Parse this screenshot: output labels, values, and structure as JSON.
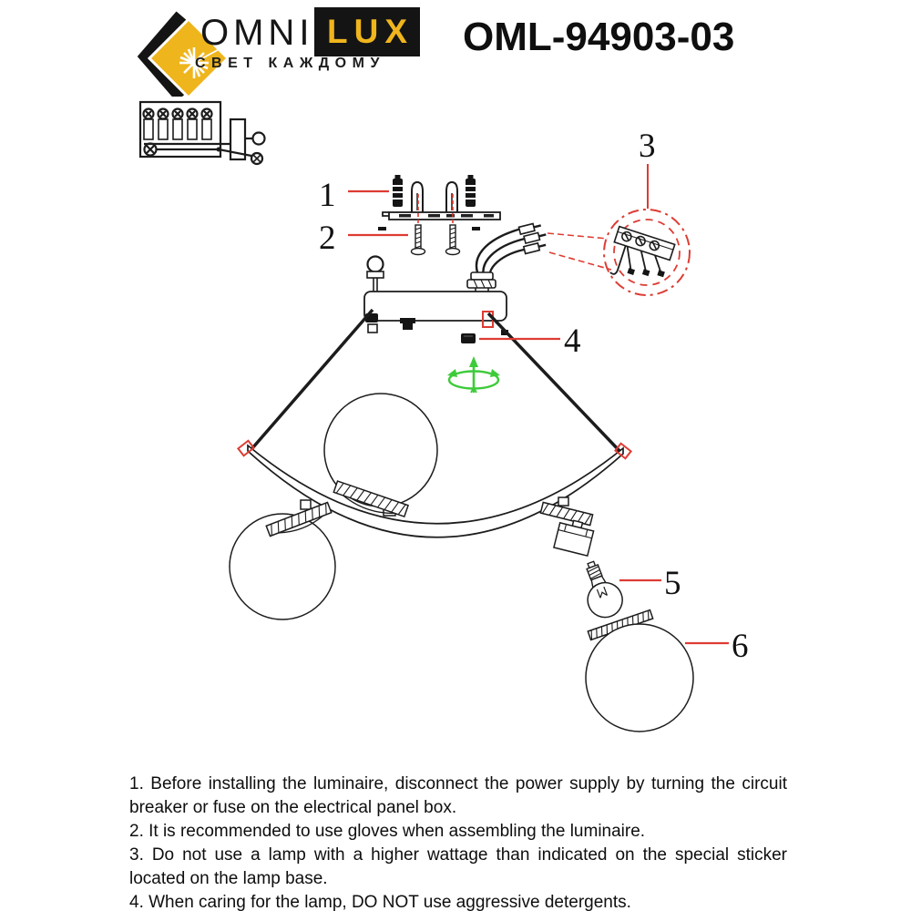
{
  "header": {
    "logo": {
      "brand_primary": "OMNI",
      "brand_secondary": "LUX",
      "tagline": "СВЕТ КАЖДОМУ"
    },
    "model_number": "OML-94903-03"
  },
  "diagram": {
    "callouts": [
      "1",
      "2",
      "3",
      "4",
      "5",
      "6"
    ]
  },
  "colors": {
    "accent_red": "#dd3c33",
    "accent_green": "#3ecb3a",
    "brand_yellow": "#efb51d",
    "ink": "#1c1c1c"
  },
  "instructions": [
    "1. Before installing the luminaire, disconnect the power supply by turning the circuit breaker or fuse on the electrical panel box.",
    "2. It is recommended to use gloves when assembling the luminaire.",
    "3. Do not use a lamp with a higher wattage than indicated on the special sticker located on the lamp base.",
    "4. When caring for the lamp, DO NOT use aggressive detergents."
  ]
}
